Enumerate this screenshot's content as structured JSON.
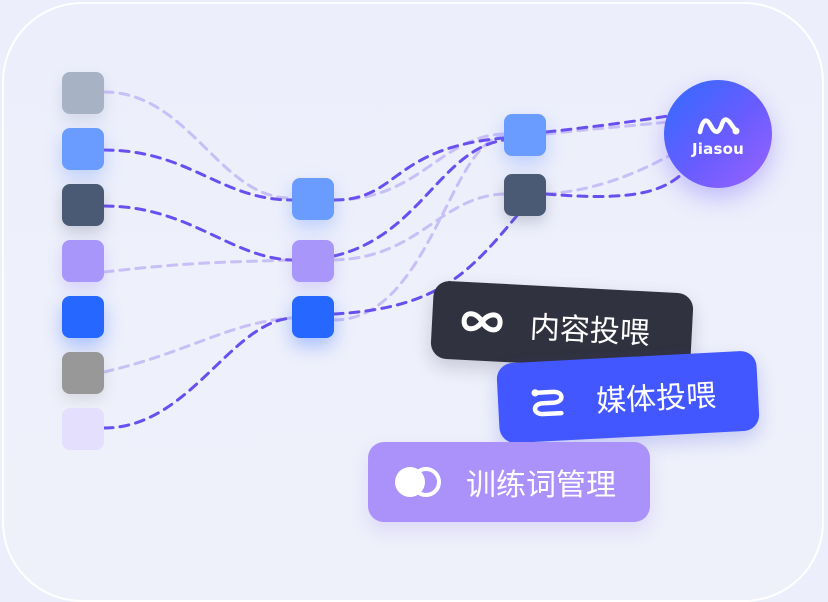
{
  "hub": {
    "label": "Jiasou",
    "icon": "jiasou-logo-icon"
  },
  "tags": [
    {
      "label": "内容投喂",
      "icon": "infinity-icon",
      "color": "#31323f"
    },
    {
      "label": "媒体投喂",
      "icon": "flow-curve-icon",
      "color": "#4257ff"
    },
    {
      "label": "训练词管理",
      "icon": "toggle-circles-icon",
      "color": "#ab92fb"
    }
  ],
  "colors": {
    "line_strong": "#6a4ff0",
    "line_faint": "#c8bff7",
    "nodes_left": [
      "#a7b3c5",
      "#6a9cff",
      "#4a5a74",
      "#a996fb",
      "#2567ff",
      "#989898",
      "#e4dffc"
    ],
    "nodes_mid": [
      "#6a9cff",
      "#a996fb",
      "#2567ff"
    ],
    "nodes_right": [
      "#6a9cff",
      "#4a5a74"
    ]
  }
}
